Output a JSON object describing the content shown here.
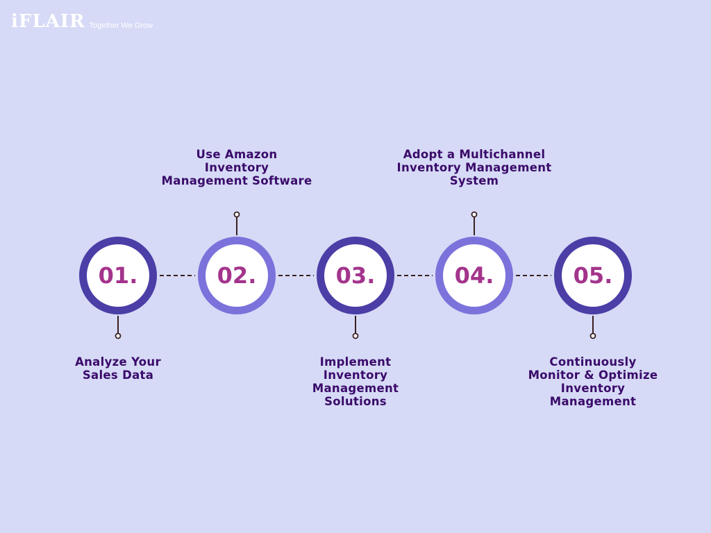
{
  "brand": {
    "logo": "iFLAIR",
    "tagline": "Together We Grow"
  },
  "colors": {
    "background": "#d6daf6",
    "ring_dark": "#4b3ea7",
    "ring_light": "#7b72db",
    "number": "#a3348c",
    "label": "#3a0a6a",
    "connector": "#3a1f1f"
  },
  "steps": [
    {
      "number": "01.",
      "label": "Analyze Your\nSales Data",
      "position": "bottom",
      "ring": "dark"
    },
    {
      "number": "02.",
      "label": "Use Amazon\nInventory\nManagement Software",
      "position": "top",
      "ring": "light"
    },
    {
      "number": "03.",
      "label": "Implement\nInventory\nManagement\nSolutions",
      "position": "bottom",
      "ring": "dark"
    },
    {
      "number": "04.",
      "label": "Adopt a Multichannel\nInventory Management\nSystem",
      "position": "top",
      "ring": "light"
    },
    {
      "number": "05.",
      "label": "Continuously\nMonitor & Optimize\nInventory\nManagement",
      "position": "bottom",
      "ring": "dark"
    }
  ]
}
